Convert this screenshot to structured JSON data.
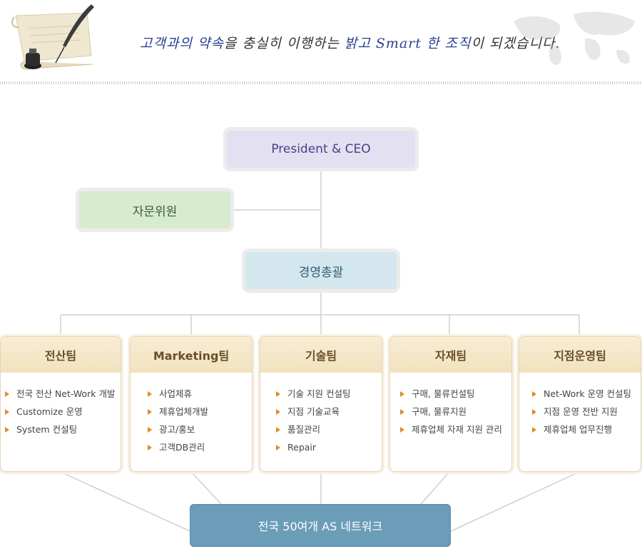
{
  "header": {
    "slogan_parts": [
      {
        "text": "고객과의 약속",
        "style": "a"
      },
      {
        "text": "을 충실히 이행하는 ",
        "style": "b"
      },
      {
        "text": "밝고 Smart 한 조직",
        "style": "a"
      },
      {
        "text": "이 되겠습니다.",
        "style": "b"
      }
    ]
  },
  "org": {
    "ceo": "President & CEO",
    "advisory": "자문위원",
    "management": "경영총괄",
    "teams": [
      {
        "name": "전산팀",
        "items": [
          "전국 전산 Net-Work 개발",
          "Customize 운영",
          "System 컨설팅"
        ]
      },
      {
        "name": "Marketing팀",
        "items": [
          "사업제휴",
          "제휴업체개발",
          "광고/홍보",
          "고객DB관리"
        ]
      },
      {
        "name": "기술팀",
        "items": [
          "기술 지원 컨설팅",
          "지점 기술교육",
          "품질관리",
          "Repair"
        ]
      },
      {
        "name": "자재팀",
        "items": [
          "구매, 물류컨설팅",
          "구매, 물류지원",
          "제휴업체 자재 지원 관리"
        ]
      },
      {
        "name": "지점운영팀",
        "items": [
          "Net-Work 운영 컨설팅",
          "지점 운영 전반 지원",
          "제휴업체 업무진행"
        ]
      }
    ],
    "network": "전국 50여개 AS 네트워크"
  },
  "colors": {
    "ceo_bg": "#e3e0f1",
    "advisory_bg": "#d7eccf",
    "management_bg": "#d4e7ef",
    "team_header_bg": "#f4e6c6",
    "network_bg": "#6b9cb8",
    "bullet": "#e08a2a",
    "slogan_blue": "#2a3f8f"
  },
  "icons": [
    "quill-pen-icon",
    "scroll-paper-icon",
    "ink-bottle-icon",
    "world-map-icon"
  ]
}
